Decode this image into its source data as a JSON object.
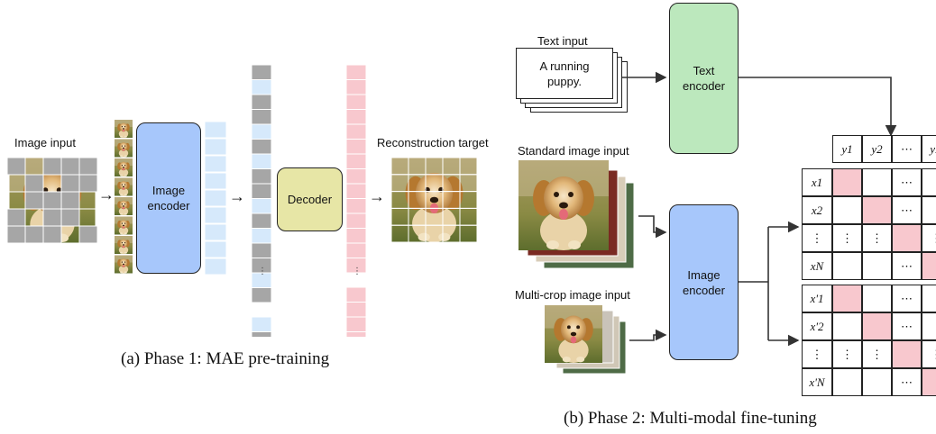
{
  "phase1": {
    "image_input_label": "Image input",
    "image_encoder_label": "Image encoder",
    "decoder_label": "Decoder",
    "recon_label": "Reconstruction target",
    "caption": "(a) Phase 1: MAE pre-training",
    "ellipsis": "⋮"
  },
  "phase2": {
    "text_input_label": "Text input",
    "text_card": "A running puppy.",
    "text_encoder_label": "Text encoder",
    "standard_label": "Standard image input",
    "multicrop_label": "Multi-crop image input",
    "image_encoder_label": "Image encoder",
    "caption": "(b) Phase 2: Multi-modal fine-tuning",
    "matrix": {
      "col_headers": [
        "y1",
        "y2",
        "⋯",
        "yN"
      ],
      "row_headers_top": [
        "x1",
        "x2",
        "⋮",
        "xN"
      ],
      "row_headers_bottom": [
        "x'1",
        "x'2",
        "⋮",
        "x'N"
      ],
      "vdots": "⋮",
      "hdots": "⋯"
    }
  },
  "colors": {
    "encoder_blue": "#a7c7fb",
    "text_encoder_green": "#bce8bd",
    "decoder_yellow": "#e7e6a6",
    "token_blue": "#d6e9fb",
    "token_gray": "#a6a6a6",
    "token_pink": "#f8c8ce",
    "match_pink": "#f8c8ce"
  }
}
